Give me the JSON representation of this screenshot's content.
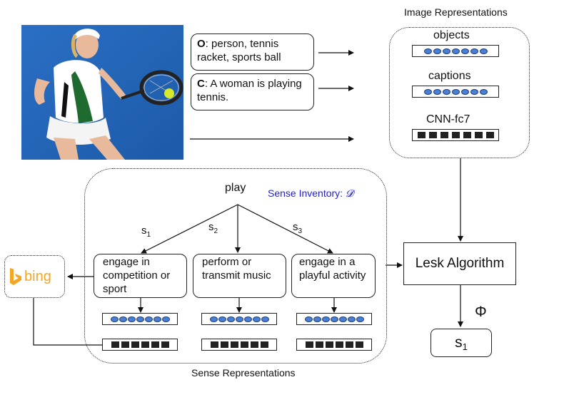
{
  "image_repr": {
    "title": "Image Representations",
    "objects_label": "objects",
    "captions_label": "captions",
    "cnn_label": "CNN-fc7"
  },
  "object_box": {
    "prefix": "O",
    "text": ": person, tennis racket, sports ball"
  },
  "caption_box": {
    "prefix": "C",
    "text": ": A woman is playing tennis."
  },
  "sense": {
    "word": "play",
    "inventory_label": "Sense Inventory: ",
    "inventory_symbol": "𝓓",
    "s1_label": "s",
    "s1_sub": "1",
    "s2_label": "s",
    "s2_sub": "2",
    "s3_label": "s",
    "s3_sub": "3",
    "def1": "engage in competition or sport",
    "def2": "perform or transmit music",
    "def3": "engage in a playful activity",
    "repr_title": "Sense Representations"
  },
  "bing_label": "bing",
  "lesk_label": "Lesk Algorithm",
  "phi_label": "Φ",
  "output": {
    "label": "s",
    "sub": "1"
  },
  "colors": {
    "dot_fill": "#4a7fd4",
    "inventory_text": "#1f1fd0",
    "bing_orange": "#f5a623"
  }
}
